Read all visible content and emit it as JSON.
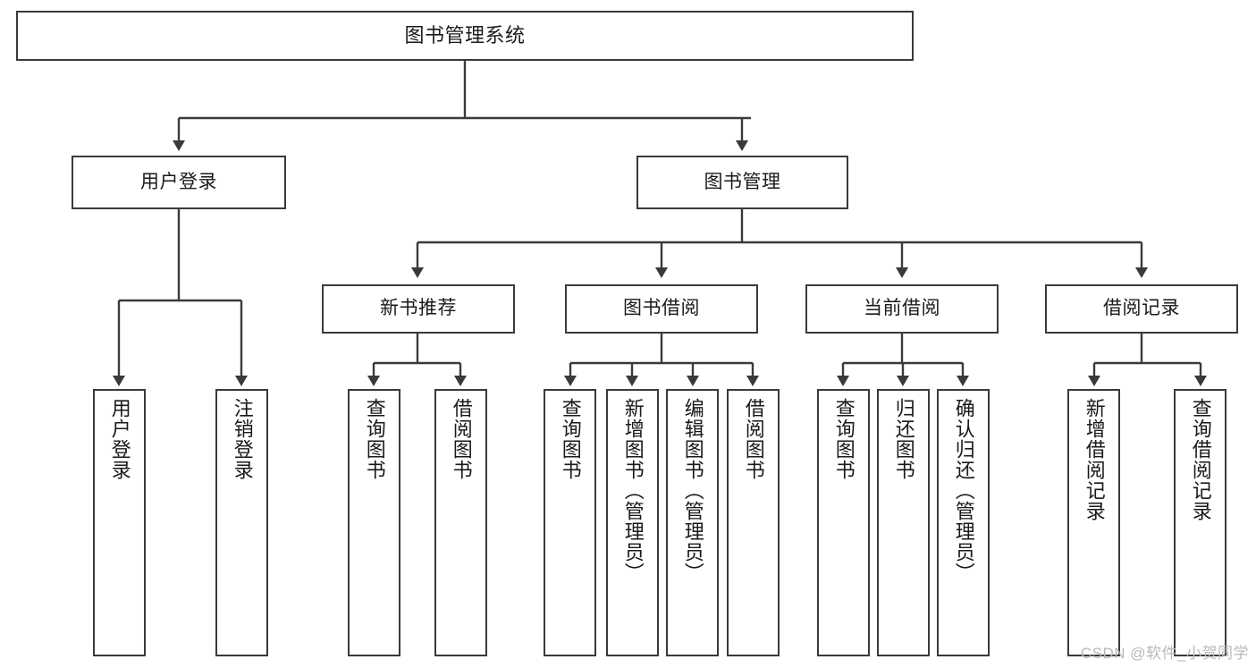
{
  "diagram": {
    "title": "图书管理系统",
    "type": "tree-hierarchy-chart",
    "stroke_color": "#3a3a3a",
    "background_color": "#ffffff",
    "text_color": "#1a1a1a"
  },
  "nodes": {
    "root": {
      "label": "图书管理系统"
    },
    "level2": [
      {
        "label": "用户登录"
      },
      {
        "label": "图书管理"
      }
    ],
    "level3": [
      {
        "label": "新书推荐"
      },
      {
        "label": "图书借阅"
      },
      {
        "label": "当前借阅"
      },
      {
        "label": "借阅记录"
      }
    ],
    "leaves": [
      {
        "label": "用户登录"
      },
      {
        "label": "注销登录"
      },
      {
        "label": "查询图书"
      },
      {
        "label": "借阅图书"
      },
      {
        "label": "查询图书"
      },
      {
        "label": "新增图书（管理员）"
      },
      {
        "label": "编辑图书（管理员）"
      },
      {
        "label": "借阅图书"
      },
      {
        "label": "查询图书"
      },
      {
        "label": "归还图书"
      },
      {
        "label": "确认归还（管理员）"
      },
      {
        "label": "新增借阅记录"
      },
      {
        "label": "查询借阅记录"
      }
    ]
  },
  "watermark": {
    "text": "CSDN @软件_小贺同学"
  }
}
